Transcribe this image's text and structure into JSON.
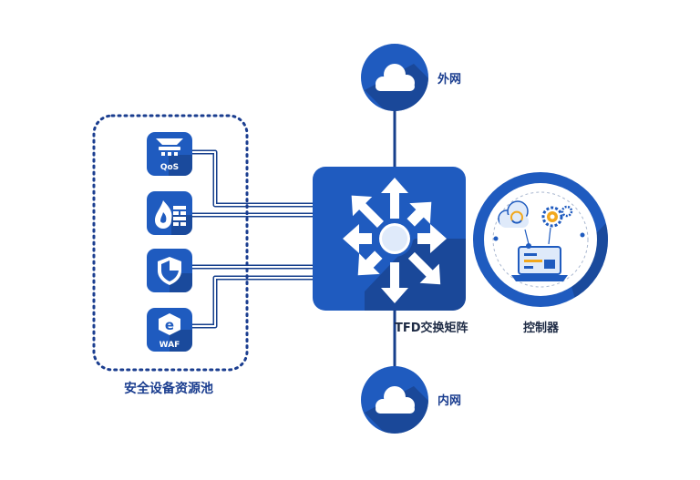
{
  "nodes": {
    "internet": {
      "label": "外网",
      "icon": "cloud-icon"
    },
    "intranet": {
      "label": "内网",
      "icon": "cloud-icon"
    },
    "switch_matrix": {
      "label": "TFD交换矩阵",
      "icon": "arrows-cross-icon"
    },
    "controller": {
      "label": "控制器",
      "icon": "controller-icon"
    },
    "security_pool": {
      "label": "安全设备资源池",
      "devices": [
        {
          "label": "QoS",
          "icon": "qos-icon"
        },
        {
          "label": "",
          "icon": "firewall-icon"
        },
        {
          "label": "",
          "icon": "shield-icon"
        },
        {
          "label": "WAF",
          "icon": "waf-icon"
        }
      ]
    }
  },
  "colors": {
    "primary": "#1f5bbf",
    "dark_blue": "#163f8c",
    "shadow": "#15397a",
    "light_blue": "#dfeafa",
    "pool_border": "#1a3d8f"
  }
}
